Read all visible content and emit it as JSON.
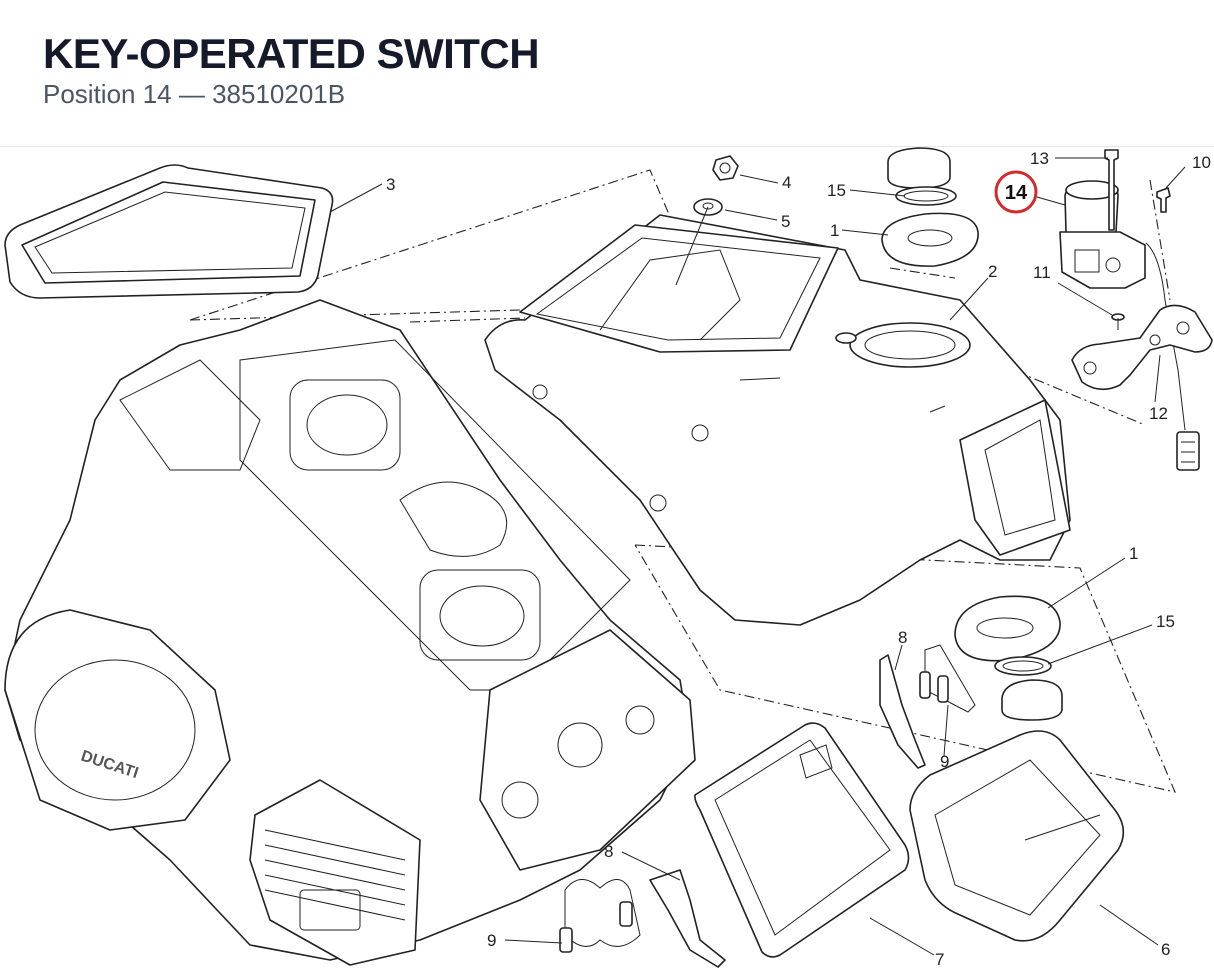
{
  "header": {
    "title": "KEY-OPERATED SWITCH",
    "subtitle": "Position 14 — 38510201B"
  },
  "highlight": {
    "label": "14",
    "color": "#d42a2a"
  },
  "engine_brand": "DUCATI",
  "callouts": {
    "c3": "3",
    "c4": "4",
    "c5": "5",
    "c15a": "15",
    "c1a": "1",
    "c13": "13",
    "c10": "10",
    "c2": "2",
    "c11": "11",
    "c12": "12",
    "c1b": "1",
    "c15b": "15",
    "c8a": "8",
    "c9a": "9",
    "c8b": "8",
    "c9b": "9",
    "c7": "7",
    "c6": "6"
  }
}
